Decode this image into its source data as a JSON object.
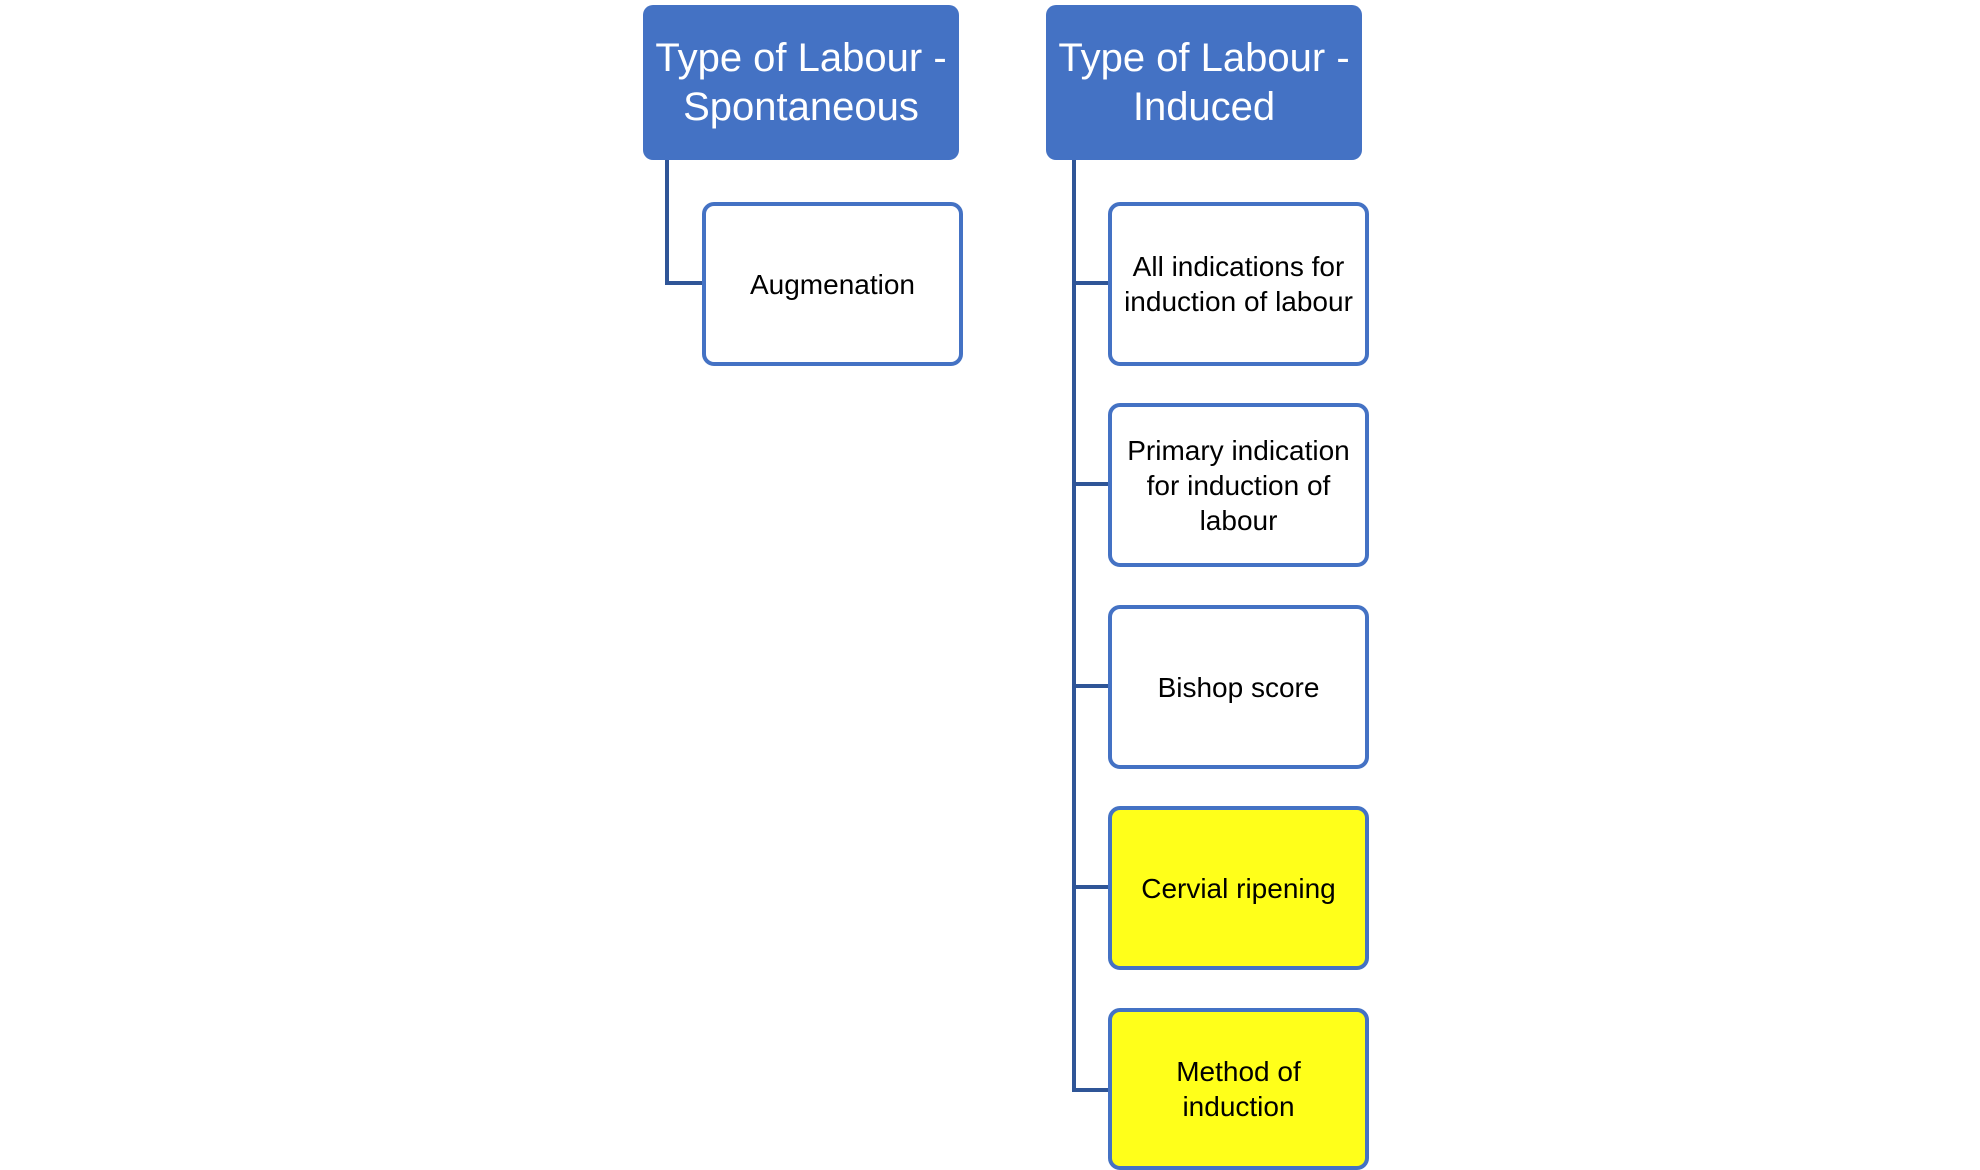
{
  "colors": {
    "header_fill": "#4472c4",
    "child_border": "#4472c4",
    "connector_line": "#2f5597",
    "highlight_fill": "#ffff1a",
    "plain_fill": "#ffffff"
  },
  "columns": [
    {
      "header": "Type of Labour - Spontaneous",
      "children": [
        {
          "label": "Augmenation",
          "highlighted": false
        }
      ]
    },
    {
      "header": "Type of Labour - Induced",
      "children": [
        {
          "label": "All indications for induction of labour",
          "highlighted": false
        },
        {
          "label": "Primary indication for induction of labour",
          "highlighted": false
        },
        {
          "label": "Bishop score",
          "highlighted": false
        },
        {
          "label": "Cervial ripening",
          "highlighted": true
        },
        {
          "label": "Method of induction",
          "highlighted": true
        }
      ]
    }
  ]
}
